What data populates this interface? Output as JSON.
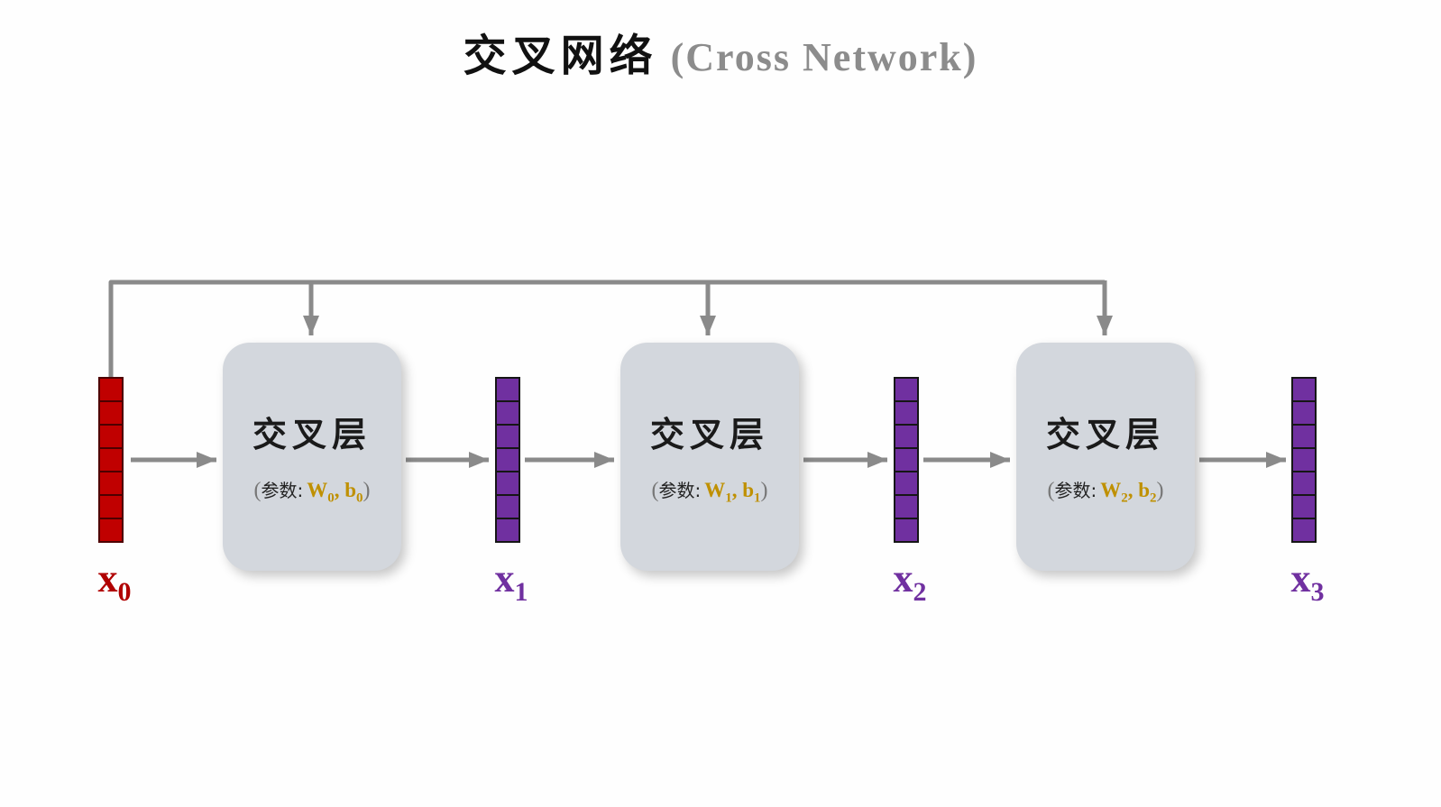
{
  "title": {
    "zh": "交叉网络",
    "en": "(Cross Network)"
  },
  "punct": {
    "open": "(",
    "close": ")",
    "comma": ", "
  },
  "layers": [
    {
      "name": "交叉层",
      "params_label": "参数:",
      "w": "W",
      "b": "b",
      "sub": "0"
    },
    {
      "name": "交叉层",
      "params_label": "参数:",
      "w": "W",
      "b": "b",
      "sub": "1"
    },
    {
      "name": "交叉层",
      "params_label": "参数:",
      "w": "W",
      "b": "b",
      "sub": "2"
    }
  ],
  "vectors": [
    {
      "base": "x",
      "sub": "0",
      "color": "#c00000"
    },
    {
      "base": "x",
      "sub": "1",
      "color": "#7030a0"
    },
    {
      "base": "x",
      "sub": "2",
      "color": "#7030a0"
    },
    {
      "base": "x",
      "sub": "3",
      "color": "#7030a0"
    }
  ],
  "colors": {
    "input_vector": "#c00000",
    "hidden_vector": "#7030a0",
    "layer_box": "#d3d7dd",
    "arrow": "#8a8a8a",
    "param_gold": "#bf9000",
    "title_en_gray": "#8c8c8c"
  }
}
